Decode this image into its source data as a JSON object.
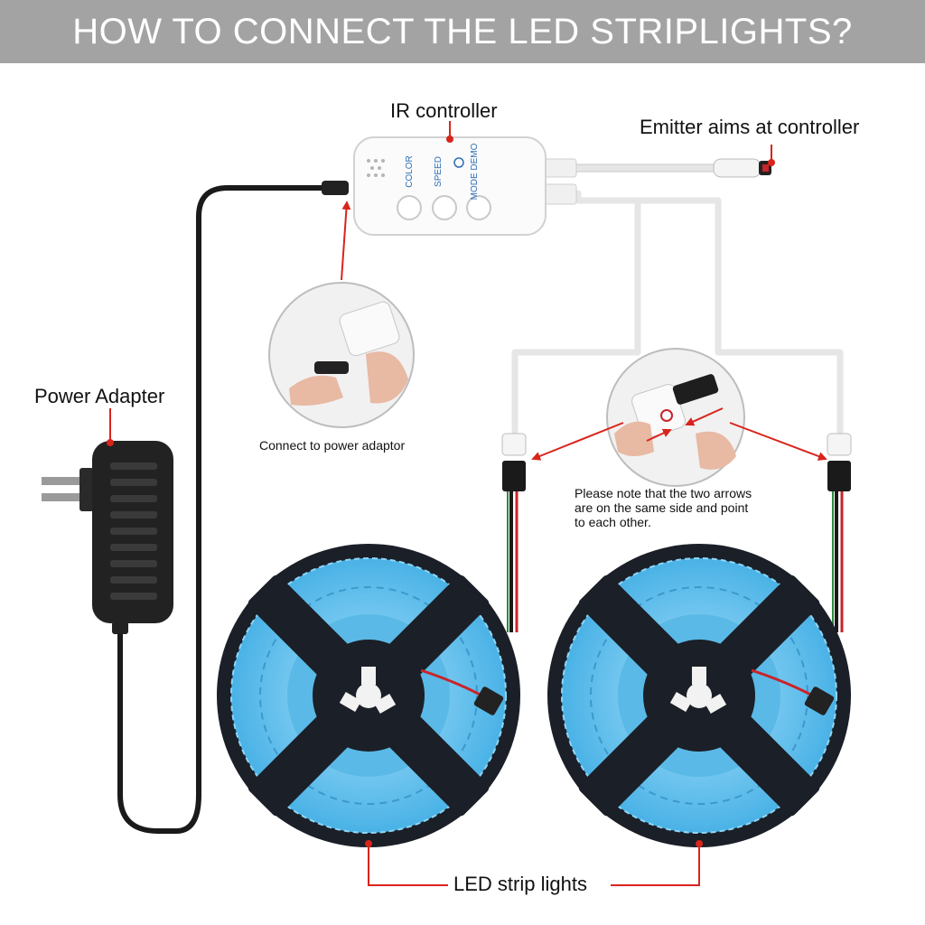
{
  "title": "HOW TO CONNECT THE LED STRIPLIGHTS?",
  "labels": {
    "ir_controller": "IR controller",
    "emitter": "Emitter aims at controller",
    "power_adapter": "Power Adapter",
    "connect_power": "Connect to power adaptor",
    "note_lines": [
      "Please note that the two arrows",
      "are on the same side and point",
      "to each other."
    ],
    "led_strip_lights": "LED strip lights"
  },
  "controller_buttons": [
    "COLOR",
    "SPEED",
    "MODE DEMO"
  ],
  "colors": {
    "title_bar": "#a3a3a3",
    "arrow_red": "#d9241c",
    "led_blue": "#6cc6f0",
    "reel_dark": "#1b1f27",
    "cable_black": "#1a1a1a",
    "cable_white": "#f2f2f2"
  }
}
